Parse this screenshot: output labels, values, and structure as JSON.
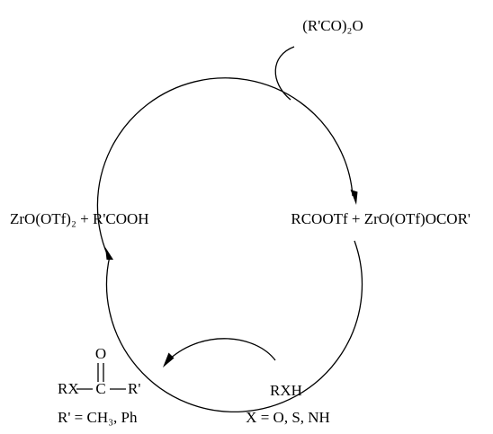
{
  "scheme": {
    "reagent_top": "(R'CO)₂O",
    "species_right": "RCOOTf + ZrO(OTf)OCOR'",
    "species_left": "ZrO(OTf)₂ + R'COOH",
    "reagent_bottom": "RXH",
    "reagent_bottom_note": "X = O, S, NH",
    "product": {
      "carbonyl_oxygen": "O",
      "left_group": "RX",
      "carbon": "C",
      "right_group": "R'",
      "note": "R' = CH₃, Ph"
    }
  }
}
